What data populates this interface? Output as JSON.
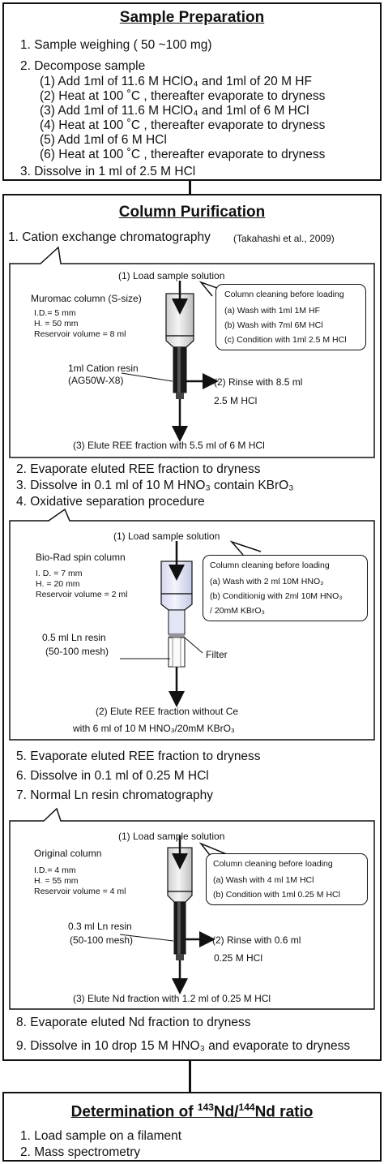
{
  "prep": {
    "title": "Sample Preparation",
    "s1": "1. Sample weighing ( 50 ~100 mg)",
    "s2": "2. Decompose sample",
    "d1": "(1) Add 1ml of 11.6 M HClO₄  and 1ml of 20 M HF",
    "d2": "(2) Heat at 100 ˚C , thereafter evaporate to dryness",
    "d3": "(3) Add 1ml of 11.6 M HClO₄  and 1ml of 6 M HCl",
    "d4": "(4) Heat at 100 ˚C , thereafter evaporate to dryness",
    "d5": "(5) Add 1ml of 6 M HCl",
    "d6": "(6) Heat at 100 ˚C , thereafter evaporate to dryness",
    "s3": "3. Dissolve in 1 ml of 2.5 M HCl"
  },
  "purif": {
    "title": "Column Purification",
    "step1": "1. Cation exchange chromatography",
    "step1_ref": "(Takahashi et al., 2009)",
    "box1": {
      "load": "(1) Load sample solution",
      "column_name": "Muromac column (S-size)",
      "id": "I.D.= 5 mm",
      "h": "H. = 50 mm",
      "res": "Reservoir volume = 8 ml",
      "resin1": "1ml Cation resin",
      "resin2": "(AG50W-X8)",
      "rinse1": "(2) Rinse with 8.5 ml",
      "rinse2": "2.5 M HCl",
      "elute": "(3) Elute REE fraction with 5.5 ml of 6 M HCl",
      "clean_title": "Column cleaning before loading",
      "clean_a": "(a) Wash with 1ml 1M HF",
      "clean_b": "(b) Wash with 7ml 6M HCl",
      "clean_c": "(c) Condition with 1ml 2.5 M HCl"
    },
    "step2": "2. Evaporate eluted REE fraction to dryness",
    "step3": "3. Dissolve in 0.1 ml of 10 M HNO₃ contain KBrO₃",
    "step4": "4. Oxidative separation procedure",
    "box2": {
      "load": "(1) Load sample solution",
      "column_name": "Bio-Rad spin column",
      "id": "I. D. = 7 mm",
      "h": "H. = 20 mm",
      "res": "Reservoir volume = 2 ml",
      "resin1": "0.5 ml Ln resin",
      "resin2": "(50-100 mesh)",
      "filter": "Filter",
      "elute1": "(2) Elute REE fraction without Ce",
      "elute2": "with 6 ml of 10 M HNO₃/20mM KBrO₃",
      "clean_title": "Column cleaning before loading",
      "clean_a": "(a) Wash with 2 ml 10M HNO₃",
      "clean_b": "(b) Conditionig  with 2ml 10M HNO₃",
      "clean_b2": "/ 20mM KBrO₃"
    },
    "step5": "5. Evaporate eluted REE fraction to dryness",
    "step6": "6. Dissolve in 0.1 ml of 0.25 M HCl",
    "step7": "7. Normal Ln resin chromatography",
    "box3": {
      "load": "(1) Load sample solution",
      "column_name": "Original column",
      "id": "I.D.= 4 mm",
      "h": "H. = 55 mm",
      "res": "Reservoir volume = 4 ml",
      "resin1": "0.3 ml Ln resin",
      "resin2": "(50-100 mesh)",
      "rinse1": "(2) Rinse with 0.6 ml",
      "rinse2": "0.25 M HCl",
      "elute": "(3) Elute Nd fraction with 1.2 ml of 0.25 M HCl",
      "clean_title": "Column cleaning before loading",
      "clean_a": "(a) Wash with 4 ml 1M HCl",
      "clean_b": "(b) Condition with 1ml 0.25 M HCl"
    },
    "step8": "8. Evaporate eluted Nd fraction to dryness",
    "step9": "9. Dissolve in 10 drop 15 M HNO₃ and evaporate to dryness"
  },
  "det": {
    "title_prefix": "Determination of ",
    "sup1": "143",
    "nd1": "Nd/",
    "sup2": "144",
    "nd2": "Nd ratio",
    "s1": "1. Load sample on a filament",
    "s2": "2. Mass spectrometry"
  }
}
